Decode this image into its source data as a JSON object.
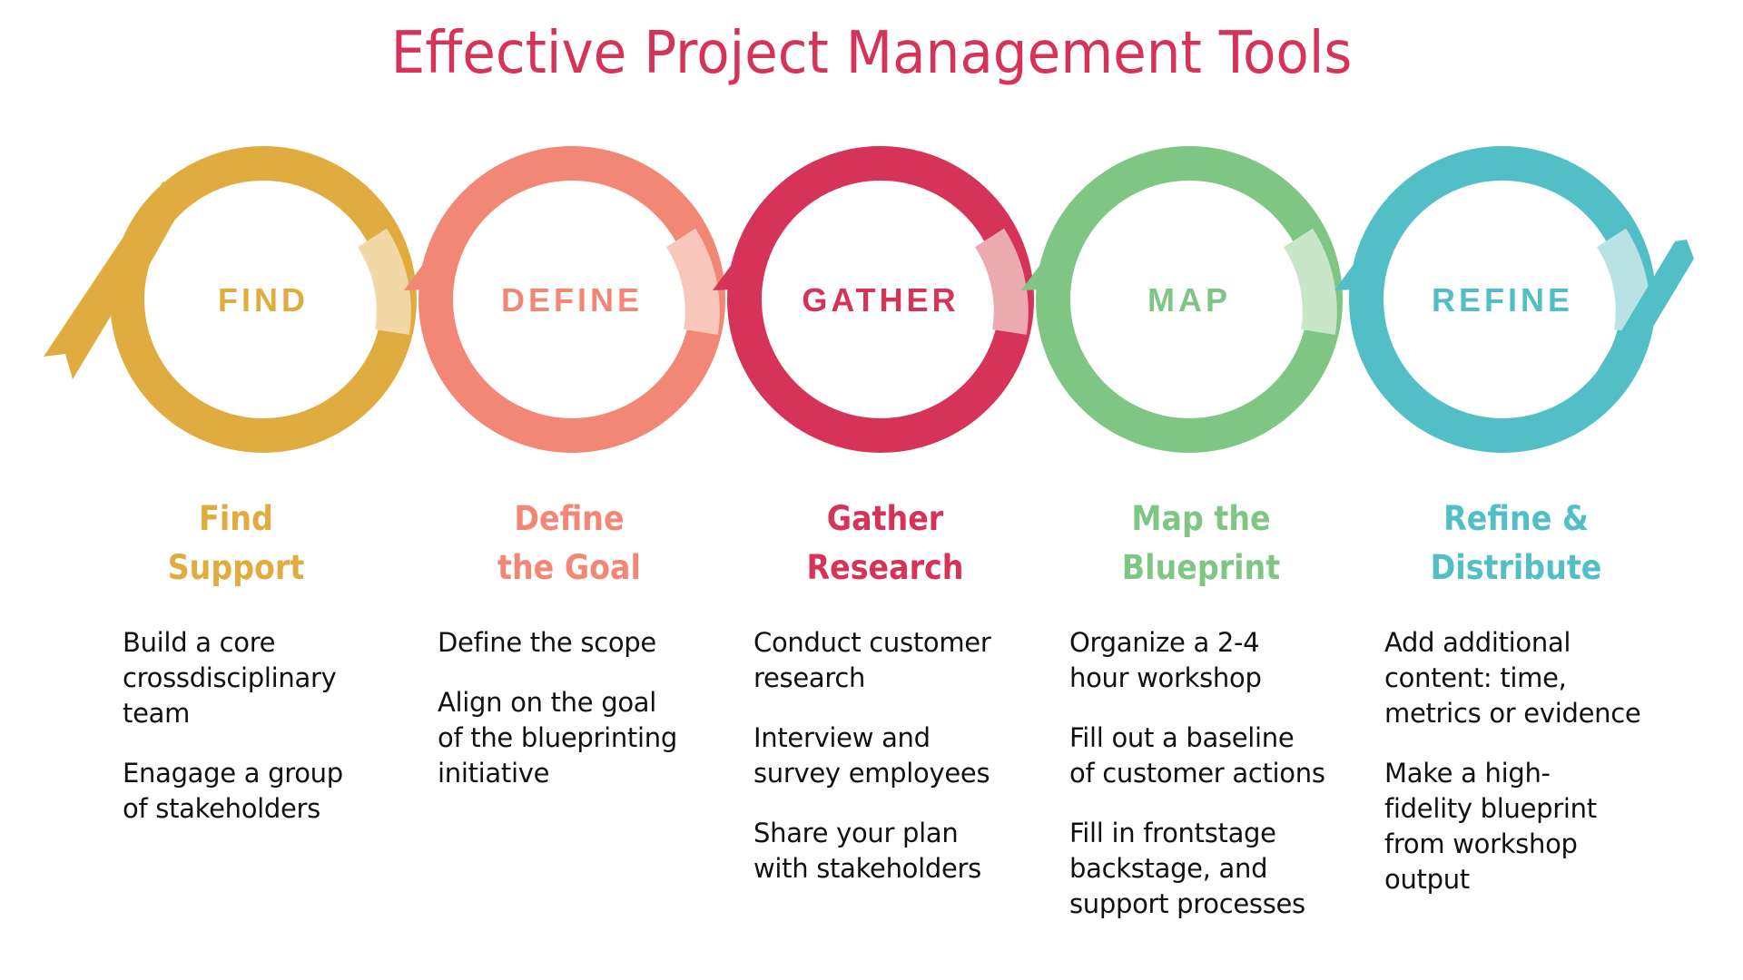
{
  "title": "Effective Project Management Tools",
  "colors": {
    "title": "#d63358",
    "find": "#e0ac3f",
    "find_light": "#f2d8a6",
    "define": "#f28776",
    "define_light": "#f9c6bc",
    "gather": "#d63358",
    "gather_light": "#ebaaae",
    "map": "#7fc685",
    "map_light": "#c9e6c9",
    "refine": "#52bfc6",
    "refine_light": "#b8e2e4",
    "body_text": "#111111"
  },
  "stages": [
    {
      "ring_label": "FIND",
      "heading": "Find\nSupport",
      "bullets": [
        "Build a core\ncrossdisciplinary\nteam",
        "Enagage a group\nof stakeholders"
      ]
    },
    {
      "ring_label": "DEFINE",
      "heading": "Define\nthe Goal",
      "bullets": [
        "Define the scope",
        "Align on the goal\nof the blueprinting\ninitiative"
      ]
    },
    {
      "ring_label": "GATHER",
      "heading": "Gather\nResearch",
      "bullets": [
        "Conduct customer\nresearch",
        "Interview and\nsurvey employees",
        "Share your plan\nwith stakeholders"
      ]
    },
    {
      "ring_label": "MAP",
      "heading": "Map the\nBlueprint",
      "bullets": [
        "Organize a 2-4\nhour workshop",
        "Fill out a baseline\nof customer actions",
        "Fill in frontstage\nbackstage, and\nsupport processes"
      ]
    },
    {
      "ring_label": "REFINE",
      "heading": "Refine &\nDistribute",
      "bullets": [
        "Add additional\ncontent: time,\nmetrics or evidence",
        "Make a high-\nfidelity blueprint\nfrom workshop\noutput"
      ]
    }
  ]
}
